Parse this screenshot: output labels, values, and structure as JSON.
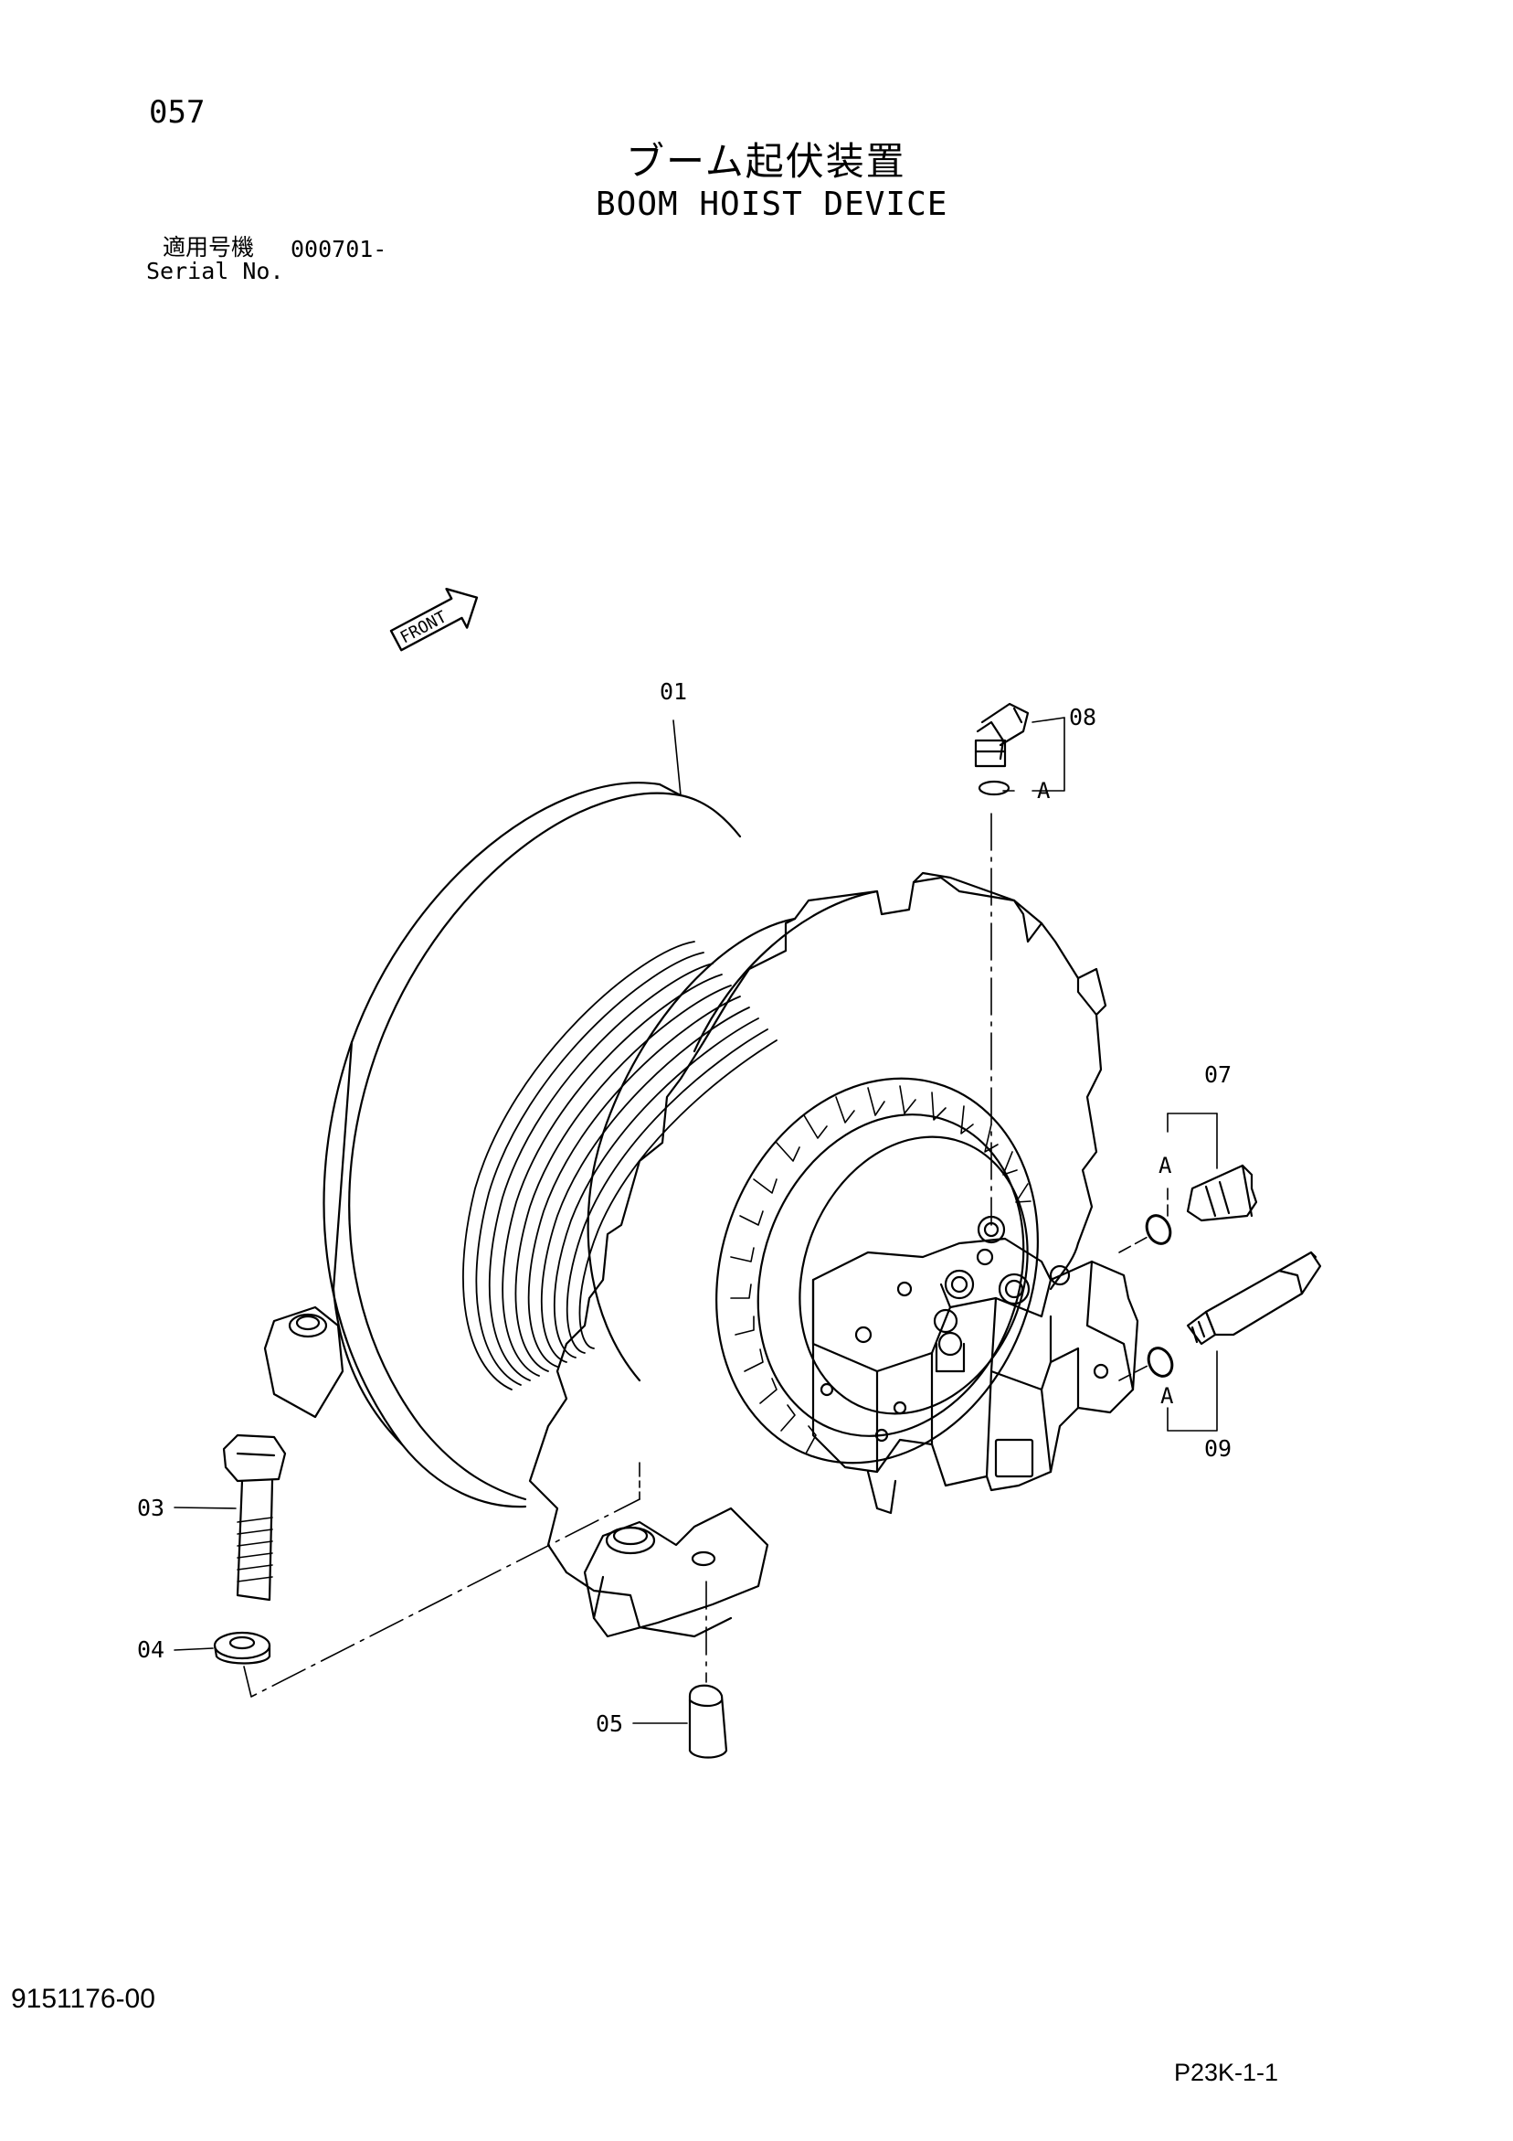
{
  "header": {
    "page_number": "057",
    "title_japanese": "ブーム起伏装置",
    "title_english": "BOOM HOIST DEVICE",
    "serial_label_japanese": "適用号機",
    "serial_value": "000701-",
    "serial_label_english": "Serial No."
  },
  "diagram": {
    "front_marker": "FRONT",
    "callouts": [
      "01",
      "03",
      "04",
      "05",
      "07",
      "08",
      "09"
    ],
    "detail_marker": "A"
  },
  "footer": {
    "document_number": "9151176-00",
    "sheet_reference": "P23K-1-1"
  }
}
